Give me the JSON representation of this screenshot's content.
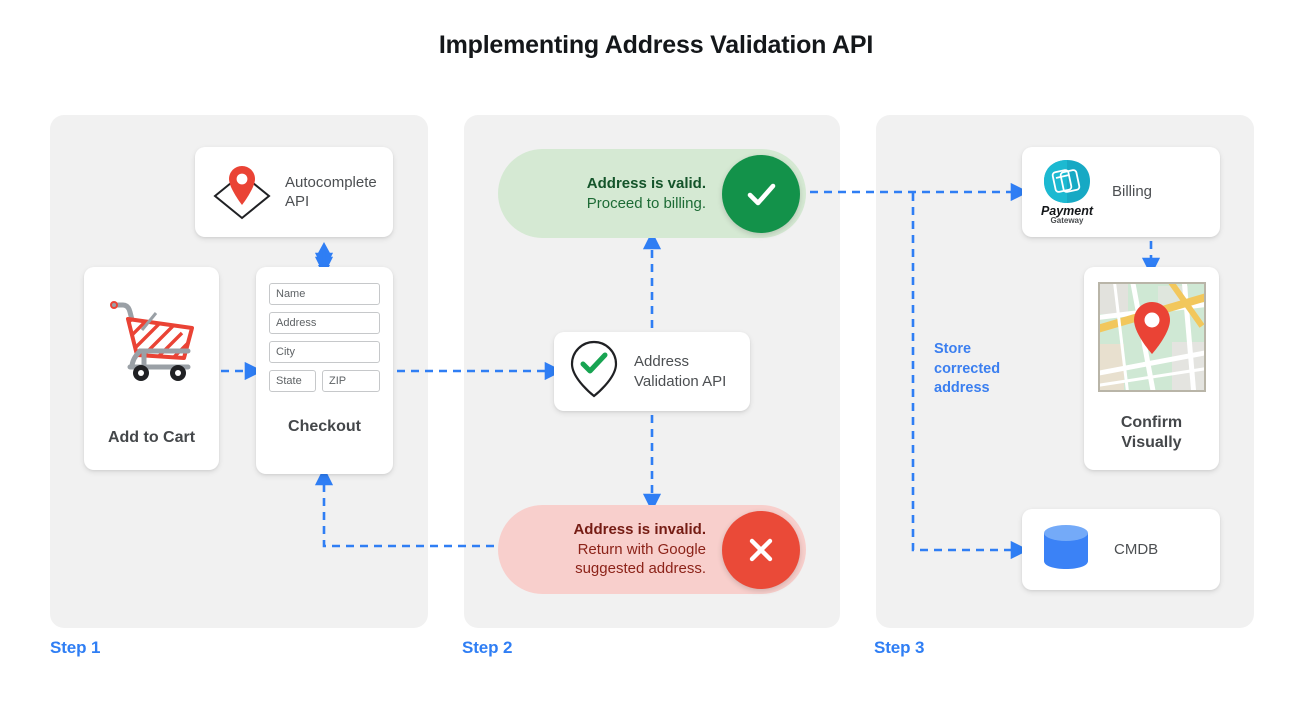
{
  "page": {
    "title": "Implementing Address Validation API",
    "accent_blue": "#2f7ef4",
    "panel_bg": "#f1f1f1",
    "valid_bg": "#d5e9d3",
    "invalid_bg": "#f8cfcc",
    "valid_badge": "#13924a",
    "invalid_badge": "#ea4a38"
  },
  "steps": [
    {
      "label": "Step 1"
    },
    {
      "label": "Step 2"
    },
    {
      "label": "Step 3"
    }
  ],
  "step1": {
    "autocomplete": {
      "line1": "Autocomplete",
      "line2": "API",
      "icon": "map-pin-diamond-icon"
    },
    "cart": {
      "label": "Add to Cart",
      "icon": "shopping-cart-icon"
    },
    "checkout": {
      "title": "Checkout",
      "fields": [
        {
          "name": "name",
          "placeholder": "Name"
        },
        {
          "name": "address",
          "placeholder": "Address"
        },
        {
          "name": "city",
          "placeholder": "City"
        },
        {
          "name": "state",
          "placeholder": "State"
        },
        {
          "name": "zip",
          "placeholder": "ZIP"
        }
      ]
    }
  },
  "step2": {
    "valid": {
      "title": "Address is valid.",
      "subtitle": "Proceed to billing.",
      "icon": "check-circle-icon"
    },
    "invalid": {
      "title": "Address is invalid.",
      "line2": "Return with Google",
      "line3": "suggested address.",
      "icon": "x-circle-icon"
    },
    "validation_api": {
      "line1": "Address",
      "line2": "Validation API",
      "icon": "map-pin-check-icon"
    }
  },
  "step3": {
    "billing": {
      "label": "Billing",
      "logo_line1": "Payment",
      "logo_line2": "Gateway",
      "icon": "payment-gateway-icon"
    },
    "confirm": {
      "line1": "Confirm",
      "line2": "Visually",
      "icon": "map-thumbnail-icon"
    },
    "cmdb": {
      "label": "CMDB",
      "icon": "database-cylinder-icon"
    },
    "store_note": {
      "line1": "Store",
      "line2": "corrected",
      "line3": "address"
    }
  }
}
